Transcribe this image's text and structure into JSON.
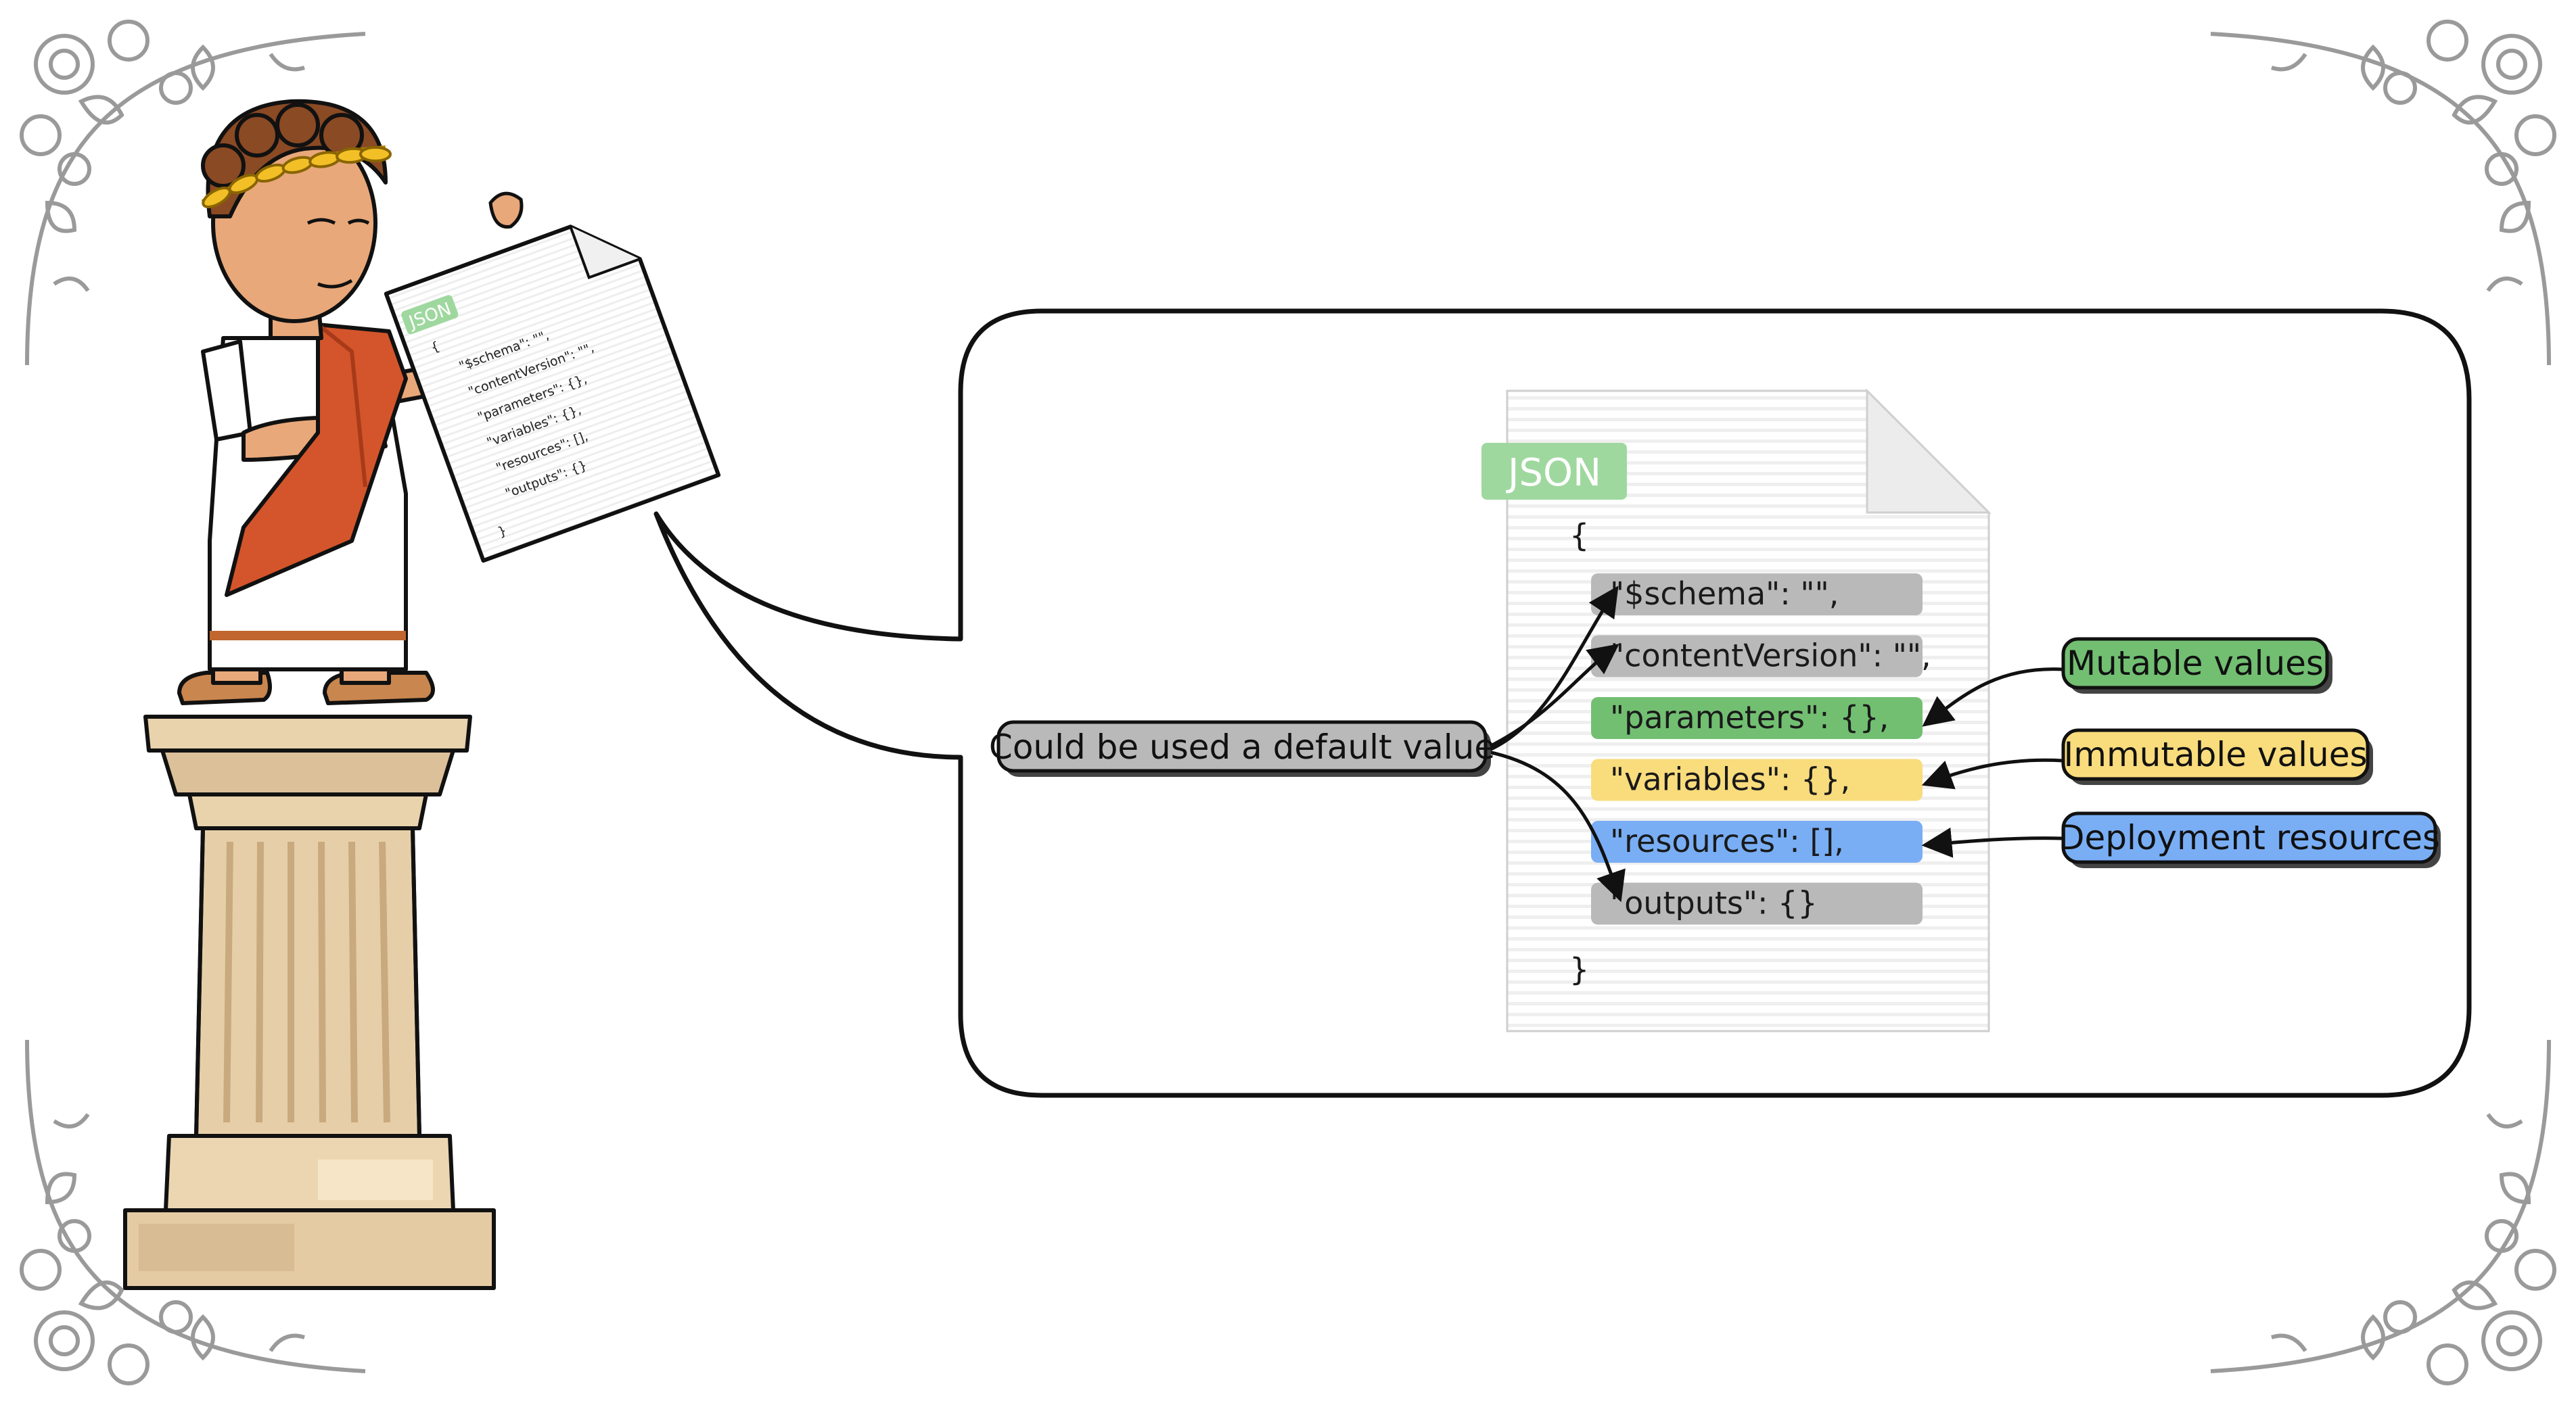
{
  "document": {
    "badge": "JSON",
    "open_brace": "{",
    "close_brace": "}",
    "lines": [
      {
        "text": "\"$schema\": \"\",",
        "highlight": "gray"
      },
      {
        "text": "\"contentVersion\": \"\",",
        "highlight": "gray"
      },
      {
        "text": "\"parameters\": {},",
        "highlight": "green"
      },
      {
        "text": "\"variables\": {},",
        "highlight": "yellow"
      },
      {
        "text": "\"resources\": [],",
        "highlight": "blue"
      },
      {
        "text": "\"outputs\": {}",
        "highlight": "gray"
      }
    ]
  },
  "small_document": {
    "badge": "JSON",
    "open_brace": "{",
    "close_brace": "}",
    "lines": [
      "\"$schema\": \"\",",
      "\"contentVersion\": \"\",",
      "\"parameters\": {},",
      "\"variables\": {},",
      "\"resources\": [],",
      "\"outputs\": {}"
    ]
  },
  "callouts": {
    "default_value": "Could be used a default value",
    "mutable": "Mutable values",
    "immutable": "Immutable values",
    "deployment": "Deployment resources"
  },
  "colors": {
    "gray": "#b9b9b9",
    "green": "#72bf72",
    "yellow": "#f9dc7c",
    "blue": "#79aef5",
    "badge": "#9fd89f",
    "badge_text": "#ffffff"
  }
}
